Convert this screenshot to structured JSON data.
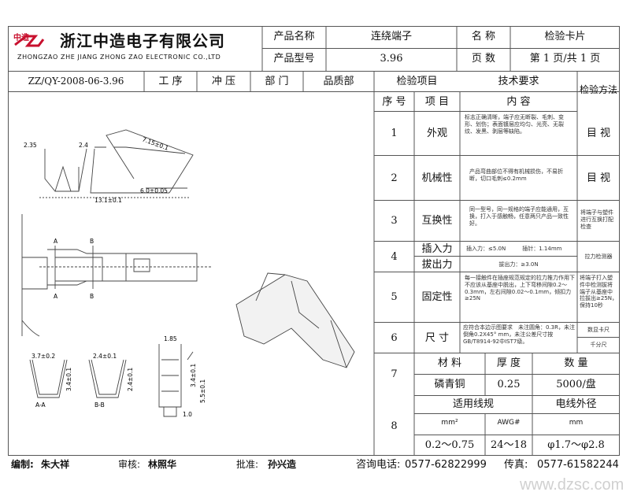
{
  "company": {
    "logo_text": "中造",
    "name_cn": "浙江中造电子有限公司",
    "name_en": "ZHONGZAO ZHE JIANG ZHONG ZAO ELECTRONIC CO.,LTD"
  },
  "header": {
    "product_name_label": "产品名称",
    "product_name": "连绕端子",
    "product_model_label": "产品型号",
    "product_model": "3.96",
    "name_label": "名 称",
    "name_value": "检验卡片",
    "page_label": "页 数",
    "page_value": "第 1 页/共 1 页",
    "doc_no": "ZZ/QY-2008-06-3.96",
    "process_label": "工 序",
    "process_value": "冲 压",
    "dept_label": "部 门",
    "dept_value": "品质部",
    "inspection_items": "检验项目",
    "tech_req": "技术要求",
    "method_header": "检验方法"
  },
  "table_head": {
    "seq": "序 号",
    "item": "项 目",
    "content": "内 容"
  },
  "rows": [
    {
      "no": "1",
      "item": "外观",
      "content": "标志正确清晰，端子应无断裂、毛刺、变形、划伤；表面镀层应均匀、光亮、无裂纹、发黑、剥层等缺陷。",
      "method": "目 视"
    },
    {
      "no": "2",
      "item": "机械性",
      "content": "产品弯曲部位不得有机械损伤，不易折断，切口毛刺≤0.2mm",
      "method": "目 视"
    },
    {
      "no": "3",
      "item": "互换性",
      "content": "同一型号，同一规格的端子应能通用，互换，打入于感触畅，任意两只产品一致性好。",
      "method": "将端子与塑件进行互换打配检查"
    },
    {
      "no": "4",
      "item_a": "插入力",
      "item_b": "拔出力",
      "content_a": "插入力：≤5.0N　　　插针：1.14mm",
      "content_b": "拔出力：≥3.0N",
      "method": "拉力检测器"
    },
    {
      "no": "5",
      "item": "固定性",
      "content": "每一接触件在插座规范规定的拉力推力作用下不应该从基座中脱出，上下弯移间隙0.2～0.3mm，左右间隙0.02～0.1mm，倾扣力≥25N",
      "method": "将端子打入塑件中检测拔将端子从基座中拉拔出≥25N，保持10秒"
    },
    {
      "no": "6",
      "item": "尺 寸",
      "content": "应符合本边示图要求　未注圆角：0.3R，未注倒角0.2X45° mm，未注公差尺寸按GB/T8914-92中IST7级。",
      "method_a": "数显卡尺",
      "method_b": "千分尺"
    }
  ],
  "materials": {
    "no": "7",
    "h_material": "材 料",
    "h_thickness": "厚 度",
    "h_qty": "数 量",
    "material": "磷青铜",
    "thickness": "0.25",
    "qty": "5000/盘"
  },
  "wires": {
    "no": "8",
    "h_applicable": "适用线规",
    "h_outer": "电线外径",
    "unit_mm2": "mm²",
    "unit_awg": "AWG#",
    "unit_mm": "mm",
    "range_mm2": "0.2～0.75",
    "range_awg": "24～18",
    "range_outer": "φ1.7～φ2.8"
  },
  "footer": {
    "drawer_label": "编制:",
    "drawer": "朱大祥",
    "review_label": "审核:",
    "review": "林照华",
    "approve_label": "批准:",
    "approve": "孙兴造",
    "phone_label": "咨询电话:",
    "phone": "0577-62822999",
    "fax_label": "传真:",
    "fax": "0577-61582244",
    "watermark": "www.dzsc.com"
  },
  "drawing": {
    "d1": "2.35",
    "d2": "2.4",
    "d3": "7.15±0.1",
    "d4": "6.0±0.05",
    "d5": "13.1±0.1",
    "sec_a": "A",
    "sec_b": "B",
    "s1": "3.7±0.2",
    "s2": "2.4±0.1",
    "s3": "3.4±0.1",
    "s4": "2.4±0.1",
    "s5": "1.85",
    "s6": "5.5±0.1",
    "s7": "3.4±0.1",
    "s8": "1.0",
    "aa": "A-A",
    "bb": "B-B"
  }
}
